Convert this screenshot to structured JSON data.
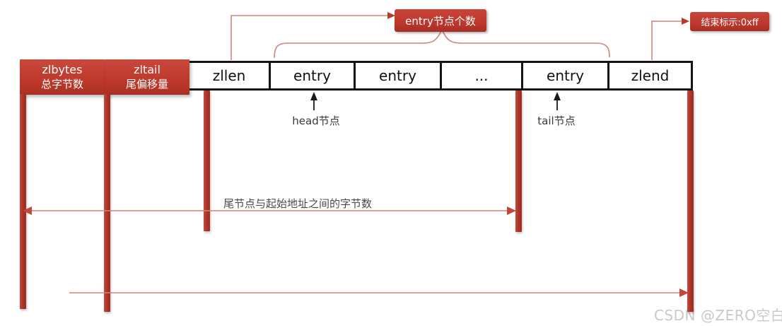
{
  "diagram": {
    "subject": "ziplist-structure",
    "structure": {
      "red_headers": [
        {
          "en": "zlbytes",
          "zh": "总字节数"
        },
        {
          "en": "zltail",
          "zh": "尾偏移量"
        }
      ],
      "cells": [
        "zllen",
        "entry",
        "entry",
        "...",
        "entry",
        "zlend"
      ]
    },
    "callouts": {
      "entry_count": "entry节点个数",
      "end_marker": "结束标示:0xff"
    },
    "annotations": {
      "head": "head节点",
      "tail": "tail节点",
      "tail_offset": "尾节点与起始地址之间的字节数"
    },
    "watermark": "CSDN @ZERO空白",
    "colors": {
      "red_block": "#bd382b",
      "red_bar": "#ab3226",
      "connector_pink": "#d4837b",
      "arrowhead_red": "#c4473c",
      "cell_border": "#141414",
      "note_text": "#3a3a3a",
      "watermark_gray": "#c9c9c9"
    }
  }
}
